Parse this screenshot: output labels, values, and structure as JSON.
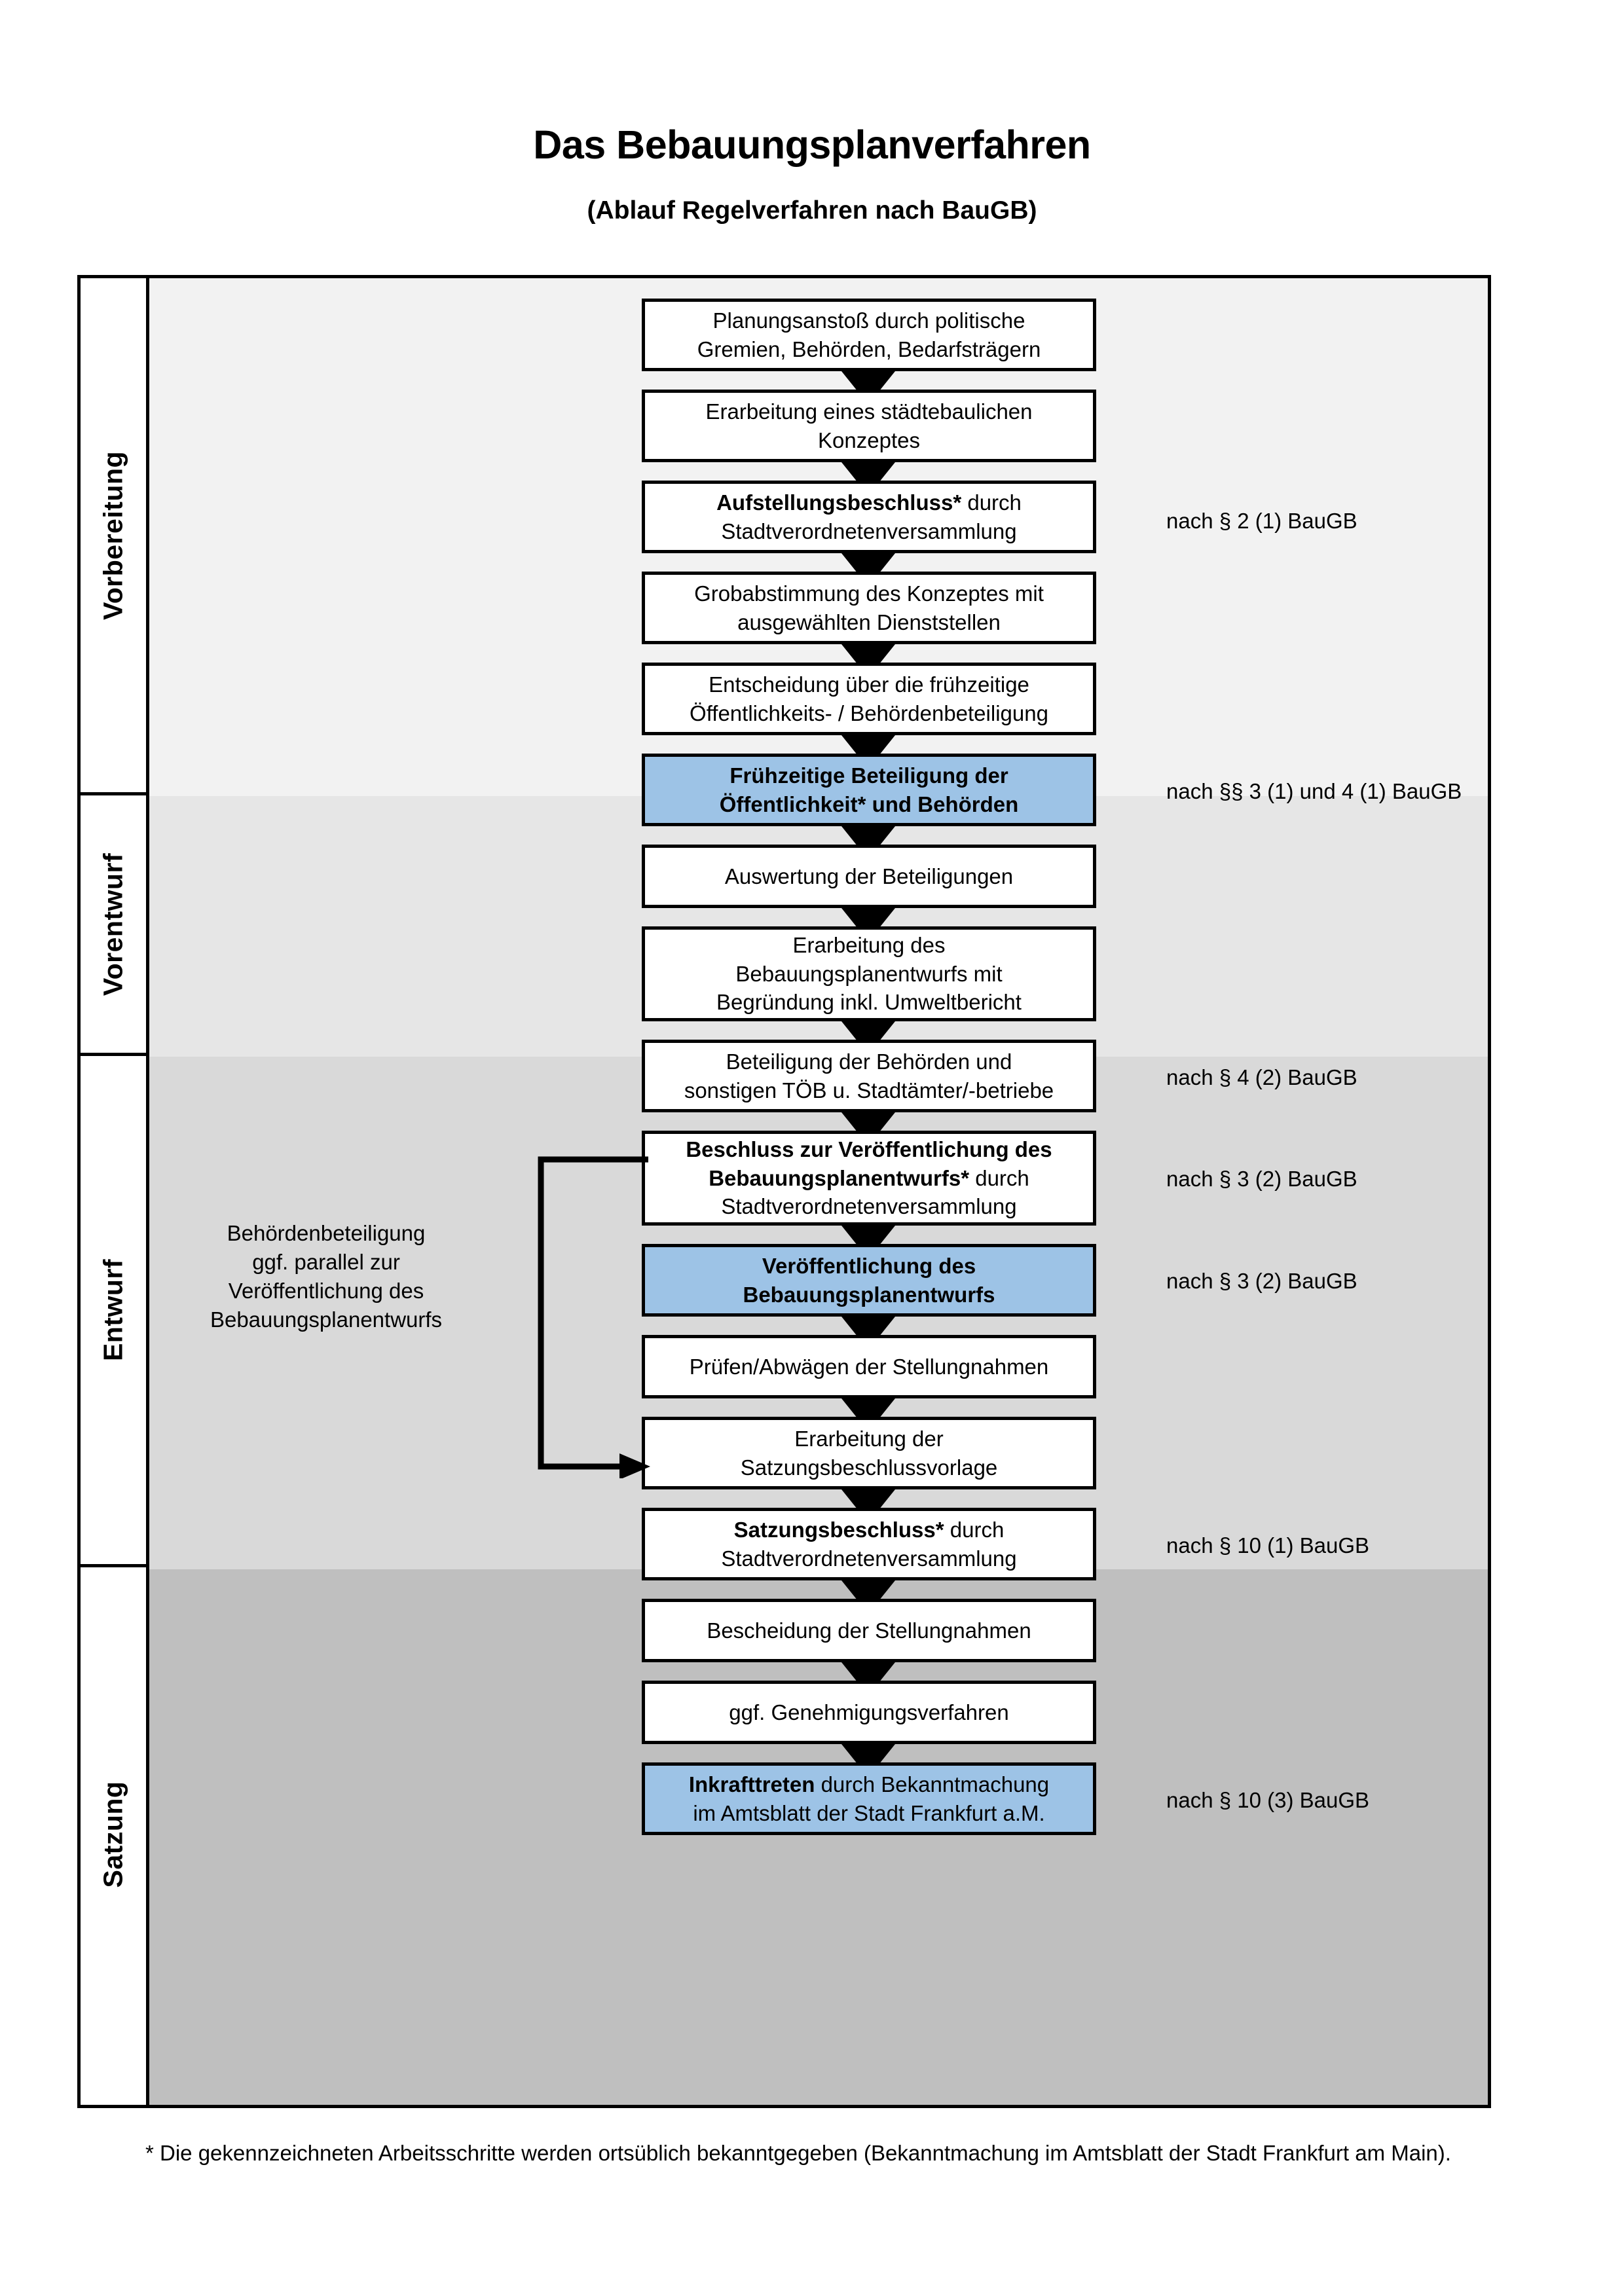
{
  "document": {
    "title": "Das Bebauungsplanverfahren",
    "subtitle": "(Ablauf Regelverfahren nach BauGB)",
    "footnote": "* Die gekennzeichneten Arbeitsschritte werden ortsüblich bekanntgegeben (Bekanntmachung im Amtsblatt  der Stadt Frankfurt am Main)."
  },
  "colors": {
    "highlight_blue": "#9DC3E6",
    "band_vorbereitung": "#F2F2F2",
    "band_vorentwurf": "#E6E6E6",
    "band_entwurf": "#D9D9D9",
    "band_satzung": "#BFBFBF",
    "outline": "#000000"
  },
  "phases": [
    {
      "label": "Vorbereitung",
      "band_color": "#F2F2F2"
    },
    {
      "label": "Vorentwurf",
      "band_color": "#E6E6E6"
    },
    {
      "label": "Entwurf",
      "band_color": "#D9D9D9"
    },
    {
      "label": "Satzung",
      "band_color": "#BFBFBF"
    }
  ],
  "steps": [
    {
      "id": "planungsanstoss",
      "phase": "Vorbereitung",
      "highlighted": false,
      "lines": [
        {
          "text": "Planungsanstoß durch politische",
          "bold": false
        },
        {
          "text": "Gremien, Behörden, Bedarfsträgern",
          "bold": false
        }
      ]
    },
    {
      "id": "staedtebauliches-konzept",
      "phase": "Vorbereitung",
      "highlighted": false,
      "lines": [
        {
          "text": "Erarbeitung eines städtebaulichen",
          "bold": false
        },
        {
          "text": "Konzeptes",
          "bold": false
        }
      ]
    },
    {
      "id": "aufstellungsbeschluss",
      "phase": "Vorbereitung",
      "highlighted": false,
      "lines": [
        {
          "text": "Aufstellungsbeschluss*",
          "bold": true,
          "suffix": " durch"
        },
        {
          "text": "Stadtverordnetenversammlung",
          "bold": false
        }
      ]
    },
    {
      "id": "grobabstimmung",
      "phase": "Vorentwurf",
      "highlighted": false,
      "lines": [
        {
          "text": "Grobabstimmung des Konzeptes mit",
          "bold": false
        },
        {
          "text": "ausgewählten Dienststellen",
          "bold": false
        }
      ]
    },
    {
      "id": "entscheidung-fruehzeitige-beteiligung",
      "phase": "Vorentwurf",
      "highlighted": false,
      "lines": [
        {
          "text": "Entscheidung über die frühzeitige",
          "bold": false
        },
        {
          "text": "Öffentlichkeits- / Behördenbeteiligung",
          "bold": false
        }
      ]
    },
    {
      "id": "fruehzeitige-beteiligung",
      "phase": "Vorentwurf",
      "highlighted": true,
      "lines": [
        {
          "text": "Frühzeitige Beteiligung der",
          "bold": true
        },
        {
          "text": "Öffentlichkeit* und Behörden",
          "bold": true
        }
      ]
    },
    {
      "id": "auswertung-beteiligungen",
      "phase": "Entwurf",
      "highlighted": false,
      "lines": [
        {
          "text": "Auswertung der Beteiligungen",
          "bold": false
        }
      ]
    },
    {
      "id": "erarbeitung-bebauungsplanentwurf",
      "phase": "Entwurf",
      "highlighted": false,
      "lines": [
        {
          "text": "Erarbeitung des",
          "bold": false
        },
        {
          "text": "Bebauungsplanentwurfs mit",
          "bold": false
        },
        {
          "text": "Begründung inkl. Umweltbericht",
          "bold": false
        }
      ]
    },
    {
      "id": "beteiligung-behoerden-toeb",
      "phase": "Entwurf",
      "highlighted": false,
      "lines": [
        {
          "text": "Beteiligung der Behörden und",
          "bold": false
        },
        {
          "text": "sonstigen TÖB u. Stadtämter/-betriebe",
          "bold": false
        }
      ]
    },
    {
      "id": "beschluss-veroeffentlichung",
      "phase": "Entwurf",
      "highlighted": false,
      "lines": [
        {
          "text": "Beschluss zur Veröffentlichung des",
          "bold": true
        },
        {
          "text": "Bebauungsplanentwurfs*",
          "bold": true,
          "suffix": " durch"
        },
        {
          "text": "Stadtverordnetenversammlung",
          "bold": false
        }
      ]
    },
    {
      "id": "veroeffentlichung-entwurf",
      "phase": "Entwurf",
      "highlighted": true,
      "lines": [
        {
          "text": "Veröffentlichung des",
          "bold": true
        },
        {
          "text": "Bebauungsplanentwurfs",
          "bold": true
        }
      ]
    },
    {
      "id": "pruefen-abwaegen",
      "phase": "Satzung",
      "highlighted": false,
      "lines": [
        {
          "text": "Prüfen/Abwägen der Stellungnahmen",
          "bold": false
        }
      ]
    },
    {
      "id": "erarbeitung-satzungsbeschlussvorlage",
      "phase": "Satzung",
      "highlighted": false,
      "lines": [
        {
          "text": "Erarbeitung der",
          "bold": false
        },
        {
          "text": "Satzungsbeschlussvorlage",
          "bold": false
        }
      ]
    },
    {
      "id": "satzungsbeschluss",
      "phase": "Satzung",
      "highlighted": false,
      "lines": [
        {
          "text": "Satzungsbeschluss*",
          "bold": true,
          "suffix": " durch"
        },
        {
          "text": "Stadtverordnetenversammlung",
          "bold": false
        }
      ]
    },
    {
      "id": "bescheidung-stellungnahmen",
      "phase": "Satzung",
      "highlighted": false,
      "lines": [
        {
          "text": "Bescheidung der Stellungnahmen",
          "bold": false
        }
      ]
    },
    {
      "id": "genehmigungsverfahren",
      "phase": "Satzung",
      "highlighted": false,
      "lines": [
        {
          "text": "ggf. Genehmigungsverfahren",
          "bold": false
        }
      ]
    },
    {
      "id": "inkrafttreten",
      "phase": "Satzung",
      "highlighted": true,
      "lines": [
        {
          "text": "Inkrafttreten",
          "bold": true,
          "suffix": " durch Bekanntmachung"
        },
        {
          "text": "im Amtsblatt der Stadt Frankfurt a.M.",
          "bold": false
        }
      ]
    }
  ],
  "legal_notes": [
    {
      "id": "note-par2-1",
      "text": "nach § 2 (1) BauGB",
      "for_step": "aufstellungsbeschluss"
    },
    {
      "id": "note-par3-4-1",
      "text": "nach §§ 3 (1) und 4 (1) BauGB",
      "for_step": "fruehzeitige-beteiligung"
    },
    {
      "id": "note-par4-2",
      "text": "nach § 4 (2) BauGB",
      "for_step": "beteiligung-behoerden-toeb"
    },
    {
      "id": "note-par3-2-a",
      "text": "nach § 3 (2) BauGB",
      "for_step": "beschluss-veroeffentlichung"
    },
    {
      "id": "note-par3-2-b",
      "text": "nach § 3 (2) BauGB",
      "for_step": "veroeffentlichung-entwurf"
    },
    {
      "id": "note-par10-1",
      "text": "nach § 10 (1) BauGB",
      "for_step": "satzungsbeschluss"
    },
    {
      "id": "note-par10-3",
      "text": "nach § 10 (3) BauGB",
      "for_step": "inkrafttreten"
    }
  ],
  "side_note": {
    "lines": [
      "Behördenbeteiligung",
      "ggf. parallel zur",
      "Veröffentlichung des",
      "Bebauungsplanentwurfs"
    ]
  }
}
